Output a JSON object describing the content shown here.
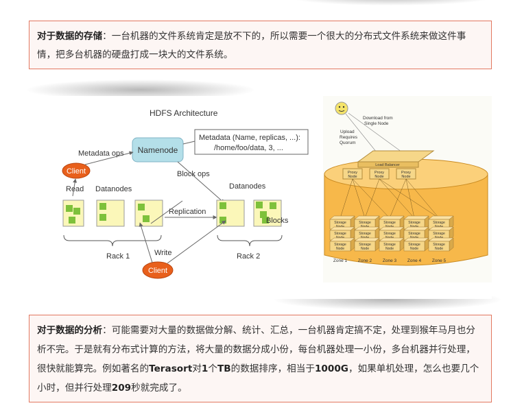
{
  "storage_note": {
    "heading": "对于数据的存储",
    "body": "：一台机器的文件系统肯定是放不下的，所以需要一个很大的分布式文件系统来做这件事情，把多台机器的硬盘打成一块大的文件系统。"
  },
  "hdfs": {
    "title": "HDFS Architecture",
    "namenode": "Namenode",
    "metadata_ops": "Metadata ops",
    "metadata_line1": "Metadata (Name, replicas, ...):",
    "metadata_line2": "/home/foo/data, 3, ...",
    "block_ops": "Block ops",
    "client_top": "Client",
    "read": "Read",
    "datanodes_left": "Datanodes",
    "datanodes_right": "Datanodes",
    "replication": "Replication",
    "blocks": "Blocks",
    "write": "Write",
    "client_bottom": "Client",
    "rack1": "Rack 1",
    "rack2": "Rack 2"
  },
  "swift": {
    "download": [
      "Download from",
      "Single Node"
    ],
    "upload": [
      "Upload",
      "Requires",
      "Quorum"
    ],
    "load_balancer": "Load Balancer",
    "proxy_node": [
      "Proxy",
      "Node"
    ],
    "storage_node": [
      "Storage",
      "Node"
    ],
    "zones": [
      "Zone 1",
      "Zone 2",
      "Zone 3",
      "Zone 4",
      "Zone 5"
    ]
  },
  "analysis_note": {
    "heading": "对于数据的分析",
    "p1": "：可能需要对大量的数据做分解、统计、汇总，一台机器肯定搞不定，处理到猴年马月也分析不完。于是就有分布式计算的方法，将大量的数据分成小份，每台机器处理一小份，多台机器并行处理，很快就能算完。例如著名的",
    "terasort": "Terasort",
    "p2": "对",
    "one": "1",
    "p3": "个",
    "tb": "TB",
    "p4": "的数据排序，相当于",
    "g1000": "1000G",
    "p5": "，如果单机处理，怎么也要几个小时，但并行处理",
    "s209": "209",
    "p6": "秒就完成了。"
  },
  "colors": {
    "callout_border": "#e2775f",
    "callout_bg": "#fdf6f4",
    "namenode_fill": "#b4dfe9",
    "client_fill": "#e8601c",
    "datanode_fill": "#fbf7b9",
    "block_fill": "#7ec13b",
    "cylinder_fill": "#f7b84a",
    "node_fill": "#f6d789"
  }
}
